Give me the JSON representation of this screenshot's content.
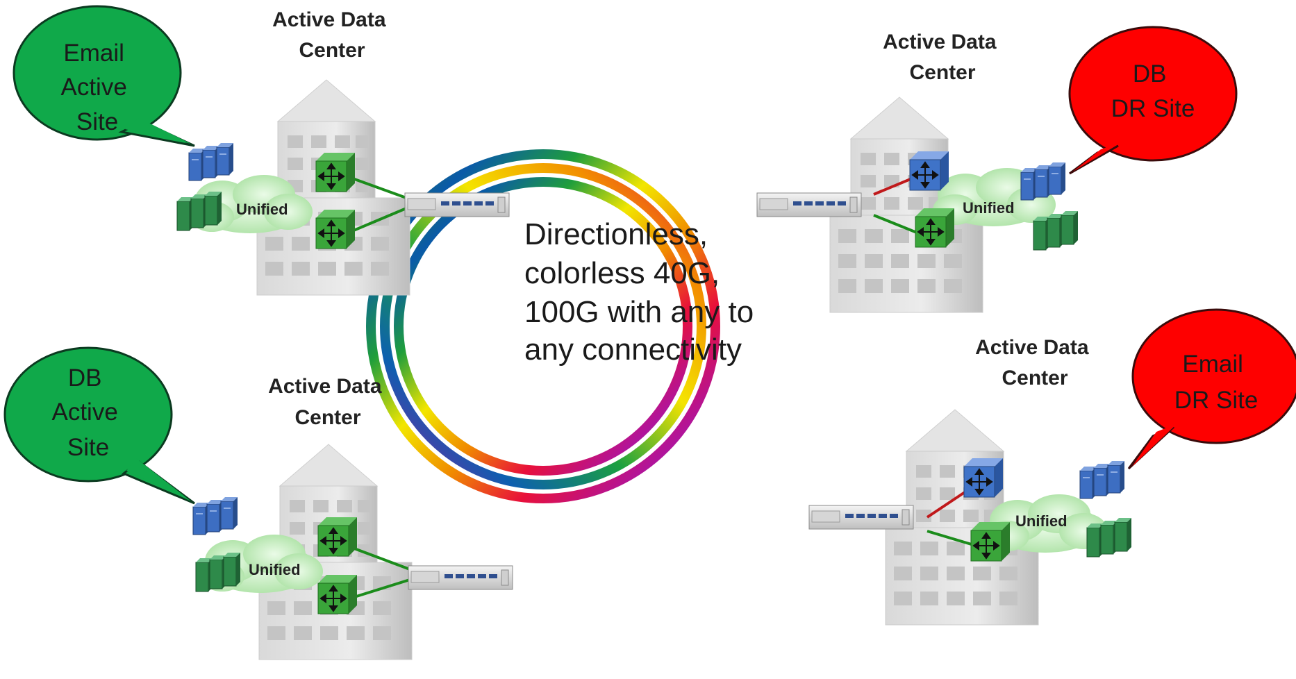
{
  "center_text": [
    "Directionless,",
    "colorless 40G,",
    "100G with any to",
    "any connectivity"
  ],
  "sites": [
    {
      "title": [
        "Active Data",
        "Center"
      ],
      "bubble": [
        "Email",
        "Active",
        "Site"
      ],
      "bubble_color": "#10a94a",
      "cloud_label": "Unified"
    },
    {
      "title": [
        "Active Data",
        "Center"
      ],
      "bubble": [
        "DB",
        "DR Site"
      ],
      "bubble_color": "#fe0000",
      "cloud_label": "Unified"
    },
    {
      "title": [
        "Active Data",
        "Center"
      ],
      "bubble": [
        "DB",
        "Active",
        "Site"
      ],
      "bubble_color": "#10a94a",
      "cloud_label": "Unified"
    },
    {
      "title": [
        "Active Data",
        "Center"
      ],
      "bubble": [
        "Email",
        "DR Site"
      ],
      "bubble_color": "#fe0000",
      "cloud_label": "Unified"
    }
  ],
  "colors": {
    "active": "#10a94a",
    "dr": "#fe0000",
    "router_green": "#3aa53a",
    "router_blue": "#3f73c8",
    "link_green": "#1b8c1b",
    "link_red": "#c0191b",
    "cloud": "#c9efc5"
  },
  "icons": [
    "building-icon",
    "router-icon",
    "server-rack-icon",
    "optical-node-icon",
    "cloud-icon"
  ]
}
